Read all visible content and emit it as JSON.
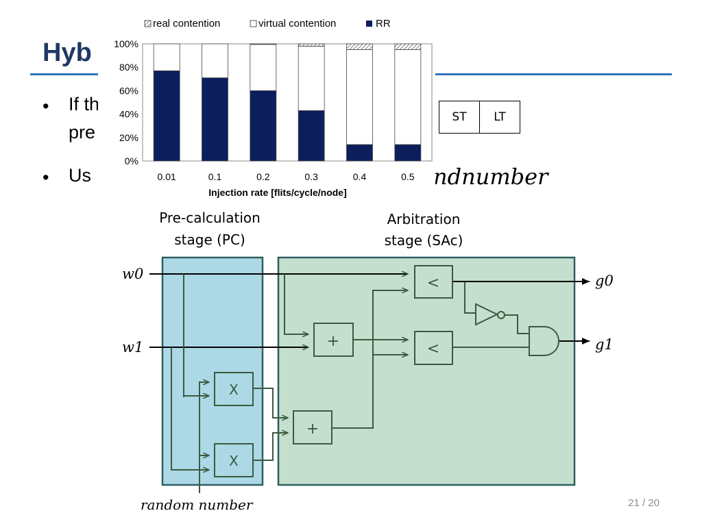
{
  "slide": {
    "title": "Hyb",
    "bullets": [
      {
        "lines": [
          "If th",
          "pre"
        ]
      },
      {
        "lines": [
          "Us"
        ]
      }
    ],
    "formula_tail": "ndnumber",
    "page_number": "21 / 20"
  },
  "pipeline_stages": [
    "ST",
    "LT"
  ],
  "diagram": {
    "pc_label": [
      "Pre-calculation",
      "stage (PC)"
    ],
    "sac_label": [
      "Arbitration",
      "stage (SAc)"
    ],
    "inputs": [
      "w0",
      "w1"
    ],
    "outputs": [
      "g0",
      "g1"
    ],
    "random_label": "random number",
    "ops": {
      "mul": "X",
      "add": "+",
      "lt": "<"
    },
    "colors": {
      "pc_fill": "#add8e6",
      "sac_fill": "#c5dfce",
      "border": "#2e5e5e",
      "wire": "#3a5a40"
    }
  },
  "chart_data": {
    "type": "bar",
    "stacked": true,
    "categories": [
      "0.01",
      "0.1",
      "0.2",
      "0.3",
      "0.4",
      "0.5"
    ],
    "series": [
      {
        "name": "RR",
        "color": "#0c1f5c",
        "values": [
          77,
          71,
          60,
          43,
          14,
          14
        ]
      },
      {
        "name": "virtual contention",
        "color": "#ffffff",
        "values": [
          23,
          29,
          39.5,
          55,
          81,
          81
        ]
      },
      {
        "name": "real contention",
        "color": "hatched",
        "values": [
          0,
          0,
          0.5,
          2,
          5,
          5
        ]
      }
    ],
    "xlabel": "Injection rate [flits/cycle/node]",
    "ylabel": "",
    "ylim": [
      0,
      100
    ],
    "yticks": [
      "0%",
      "20%",
      "40%",
      "60%",
      "80%",
      "100%"
    ],
    "legend_order": [
      "real contention",
      "virtual contention",
      "RR"
    ],
    "legend_position": "top",
    "grid": false
  }
}
